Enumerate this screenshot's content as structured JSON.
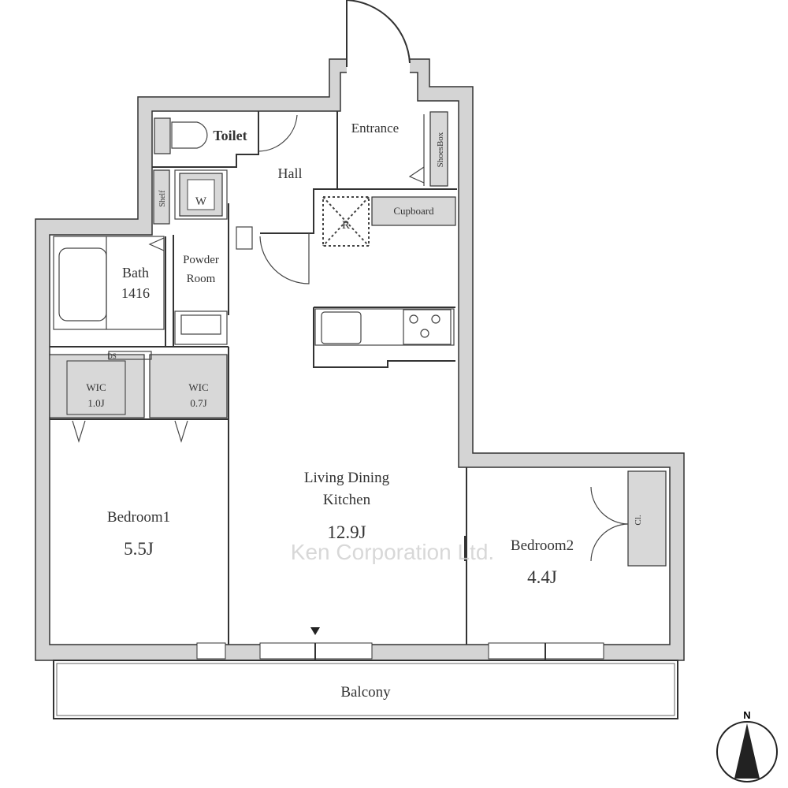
{
  "rooms": {
    "toilet": "Toilet",
    "hall": "Hall",
    "entrance": "Entrance",
    "shoes_box": "ShoesBox",
    "shelf": "Shelf",
    "washer": "W",
    "refrigerator": "R",
    "cupboard": "Cupboard",
    "bath": "Bath",
    "bath_size": "1416",
    "powder_room_line1": "Powder",
    "powder_room_line2": "Room",
    "ds": "DS",
    "wic1": "WIC",
    "wic1_size": "1.0J",
    "wic2": "WIC",
    "wic2_size": "0.7J",
    "ldk_line1": "Living Dining",
    "ldk_line2": "Kitchen",
    "ldk_size": "12.9J",
    "bedroom1": "Bedroom1",
    "bedroom1_size": "5.5J",
    "bedroom2": "Bedroom2",
    "bedroom2_size": "4.4J",
    "closet": "Cl.",
    "balcony": "Balcony"
  },
  "watermark": "Ken Corporation Ltd.",
  "compass": {
    "north_label": "N"
  },
  "colors": {
    "wall": "#d4d4d4",
    "line": "#333333"
  }
}
